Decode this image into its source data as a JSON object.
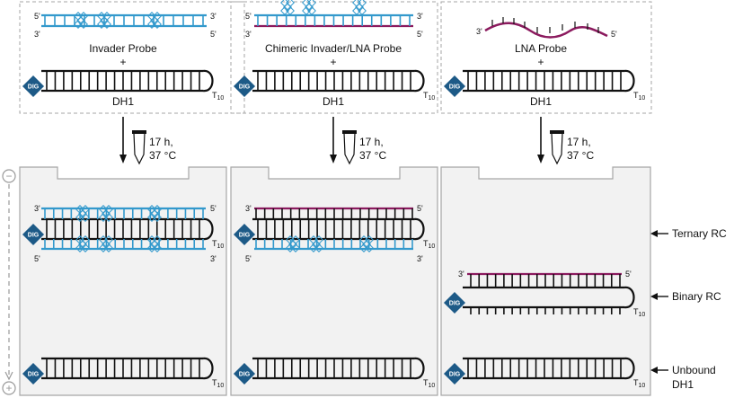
{
  "colors": {
    "black": "#111111",
    "invader": "#3399cc",
    "lna": "#8b1a5e",
    "dig": "#1d5a87",
    "box_border": "#a6a6a6",
    "gel_fill": "#f2f2f2",
    "gel_border": "#a6a6a6"
  },
  "common": {
    "plus": "+",
    "dh1": "DH1",
    "dig": "DIG",
    "t10_main": "T",
    "t10_sub": "10",
    "five_prime": "5'",
    "three_prime": "3'",
    "incubation_time": "17 h,",
    "incubation_temp": "37 °C",
    "electrode_minus": "−",
    "electrode_plus": "+"
  },
  "panels": [
    {
      "probe_label": "Invader Probe"
    },
    {
      "probe_label": "Chimeric Invader/LNA Probe"
    },
    {
      "probe_label": "LNA Probe"
    }
  ],
  "bands": {
    "ternary": "Ternary RC",
    "binary": "Binary RC",
    "unbound_line1": "Unbound",
    "unbound_line2": "DH1"
  },
  "icons": [
    "dig-diamond-icon",
    "tube-icon",
    "arrow-down-icon",
    "electrode-minus-icon",
    "electrode-plus-icon",
    "intercalator-icon"
  ]
}
